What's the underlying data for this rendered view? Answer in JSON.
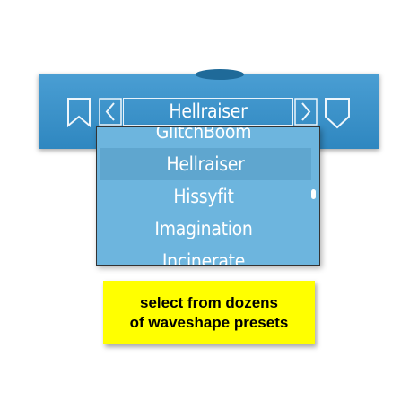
{
  "toolbar": {
    "current_preset": "Hellraiser"
  },
  "dropdown": {
    "items": [
      "GlitchBoom",
      "Hellraiser",
      "Hissyfit",
      "Imagination",
      "Incinerate"
    ],
    "selected": "Hellraiser"
  },
  "caption": {
    "line1": "select from dozens",
    "line2": "of waveshape presets"
  },
  "colors": {
    "toolbar": "#3a95cb",
    "dropdown": "#6db5de",
    "highlight": "#5fa6cf",
    "caption_bg": "#ffff00"
  },
  "icons": [
    "bookmark-icon",
    "chevron-left-icon",
    "chevron-right-icon",
    "shield-icon",
    "scroll-thumb"
  ]
}
